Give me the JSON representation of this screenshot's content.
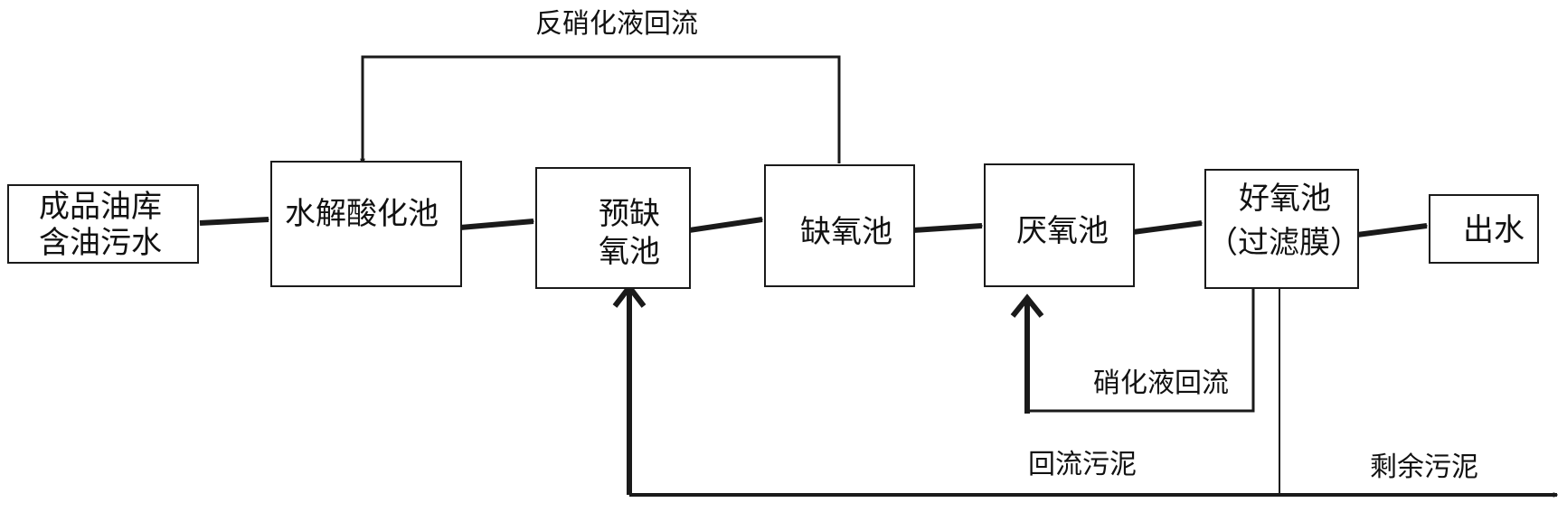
{
  "nodes": {
    "source": {
      "line1": "成品油库",
      "line2": "含油污水"
    },
    "hydrolysis": {
      "label": "水解酸化池"
    },
    "pre_anoxic": {
      "line1": "预缺",
      "line2": "氧池"
    },
    "anoxic": {
      "label": "缺氧池"
    },
    "anaerobic": {
      "label": "厌氧池"
    },
    "aerobic": {
      "line1": "好氧池",
      "line2": "（过滤膜）"
    },
    "effluent": {
      "label": "出水"
    }
  },
  "flows": {
    "denitrification_return": "反硝化液回流",
    "nitrification_return": "硝化液回流",
    "sludge_return": "回流污泥",
    "excess_sludge": "剩余污泥"
  },
  "colors": {
    "line": "#1a1a1a",
    "text": "#111111",
    "background": "#ffffff"
  }
}
